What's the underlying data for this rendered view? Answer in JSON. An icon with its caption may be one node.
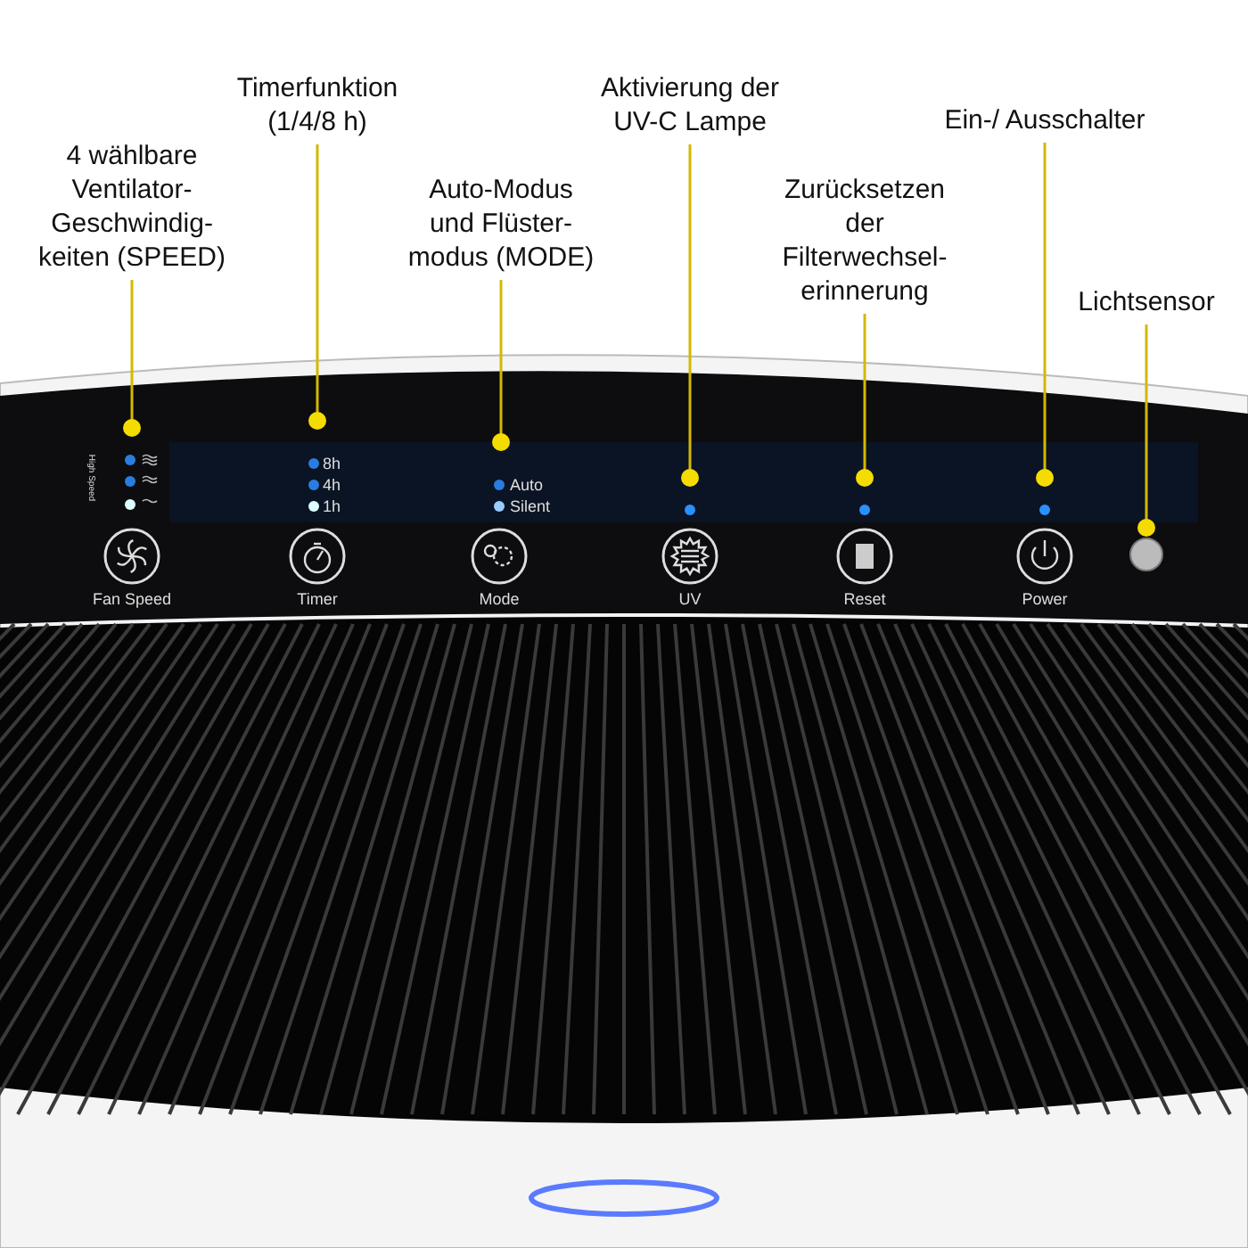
{
  "diagram": {
    "nodes": [
      {
        "text": [
          "4 wählbare Ventilator- Geschwindig- keiten (SPEED)"
        ]
      },
      {
        "text": [
          "Timerfunktion (1/4/8 h)"
        ]
      },
      {
        "text": [
          "Auto-Modus und Flüster- modus (MODE)"
        ]
      },
      {
        "text": [
          "Aktivierung der UV-C Lampe"
        ]
      },
      {
        "text": [
          "Zurücksetzen der Filterwechsel- erinnerung"
        ]
      },
      {
        "text": [
          "Ein-/ Ausschalter"
        ]
      },
      {
        "text": [
          "Lichtsensor"
        ]
      },
      {
        "text": [],
        "shape": "circle"
      }
    ],
    "edges": [
      {
        "from": 0,
        "to": null,
        "arrow": "other"
      },
      {
        "from": 1,
        "to": null,
        "arrow": "other"
      },
      {
        "from": 2,
        "to": null,
        "arrow": "other"
      },
      {
        "from": 3,
        "to": null,
        "arrow": "other"
      },
      {
        "from": 4,
        "to": null,
        "arrow": "other"
      },
      {
        "from": 5,
        "to": null,
        "arrow": "other"
      },
      {
        "from": 6,
        "to": 7,
        "arrow": "other"
      }
    ],
    "labels": [
      "High Speed",
      "8h",
      "4h",
      "Auto",
      "1h",
      "Silent",
      "Fan Speed",
      "Timer",
      "Mode",
      "UV",
      "Reset",
      "Power"
    ]
  }
}
